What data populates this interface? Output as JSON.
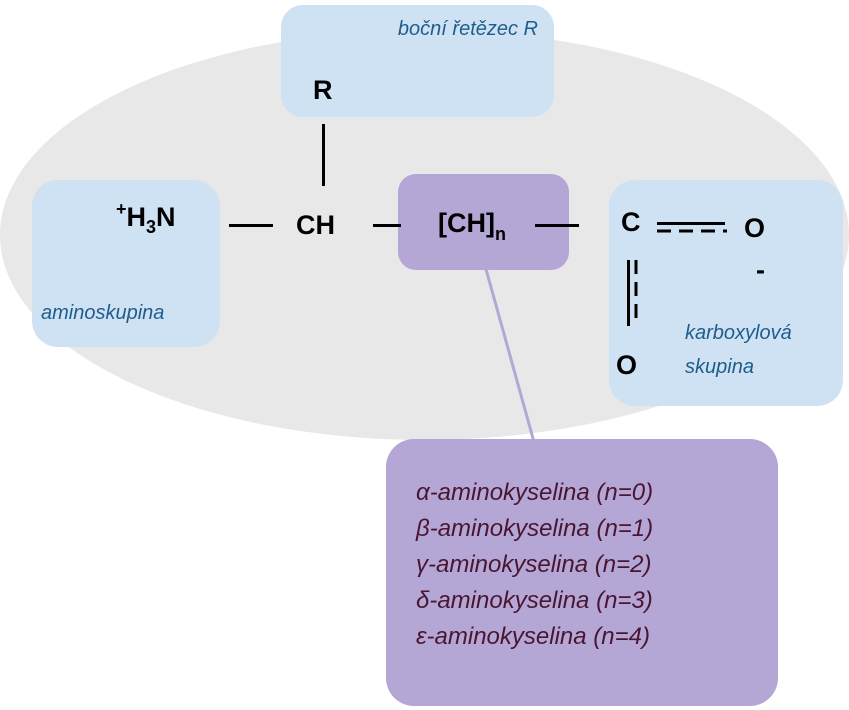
{
  "labels": {
    "side_chain": "boční řetězec R",
    "amino_group": "aminoskupina",
    "carboxyl_group_line1": "karboxylová",
    "carboxyl_group_line2": "skupina"
  },
  "atoms": {
    "r": "R",
    "amine_charge": "+",
    "amine_h": "H",
    "amine_sub": "3",
    "amine_n": "N",
    "alpha_carbon": "CH",
    "chain": "[CH]",
    "chain_sub": "n",
    "carboxyl_c": "C",
    "carboxyl_o1": "O",
    "carboxyl_charge": "-",
    "carboxyl_o2": "O"
  },
  "amino_acid_types": [
    "α-aminokyselina (n=0)",
    "β-aminokyselina (n=1)",
    "γ-aminokyselina (n=2)",
    "δ-aminokyselina (n=3)",
    "ε-aminokyselina (n=4)"
  ],
  "colors": {
    "background_ellipse": "#e8e8e8",
    "group_box": "#cfe2f3",
    "chain_box": "#b4a7d6",
    "label_text": "#1f5d8c",
    "list_text": "#4a1530"
  }
}
